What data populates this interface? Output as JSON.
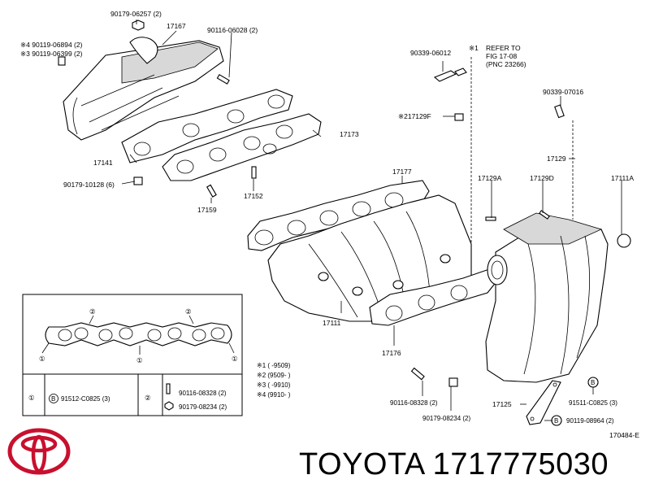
{
  "labels": {
    "p90179_06257": "90179-06257 (2)",
    "p17167": "17167",
    "p90116_06028": "90116-06028 (2)",
    "p90119_06894": "※4  90119-06894 (2)",
    "p90119_06399": "※3  90119-06399 (2)",
    "p17141": "17141",
    "p17173": "17173",
    "p90179_10128": "90179-10128 (6)",
    "p17152": "17152",
    "p17159": "17159",
    "p90339_06012": "90339-06012",
    "ref1": "※1",
    "ref_line1": "REFER TO",
    "ref_line2": "FIG 17-08",
    "ref_line3": "(PNC 23266)",
    "p90339_07016": "90339-07016",
    "p217129F": "※217129F",
    "p17129": "17129",
    "p17177": "17177",
    "p17129A": "17129A",
    "p17129D": "17129D",
    "p17111A": "17111A",
    "p17111": "17111",
    "p17176": "17176",
    "p90116_08328_main": "90116-08328 (2)",
    "p90179_08234_main": "90179-08234 (2)",
    "p17125": "17125",
    "p91511_C0825": "91511-C0825 (3)",
    "p90119_08964": "90119-08964 (2)",
    "figure_code": "170484-E"
  },
  "notes": [
    "※1 (      -9509)",
    "※2 (9509-      )",
    "※3 (      -9910)",
    "※4 (9910-      )"
  ],
  "inset": {
    "circle1": "①",
    "circle2": "②",
    "table_row": {
      "c1": "①",
      "b_mark": "B",
      "part_a": "91512-C0825 (3)",
      "c2": "②",
      "part_b": "90116-08328 (2)",
      "part_c": "90179-08234 (2)"
    }
  },
  "brand": {
    "text": "TOYOTA 1717775030",
    "logo": "toyota-emblem-icon",
    "color": "#c8102e"
  }
}
